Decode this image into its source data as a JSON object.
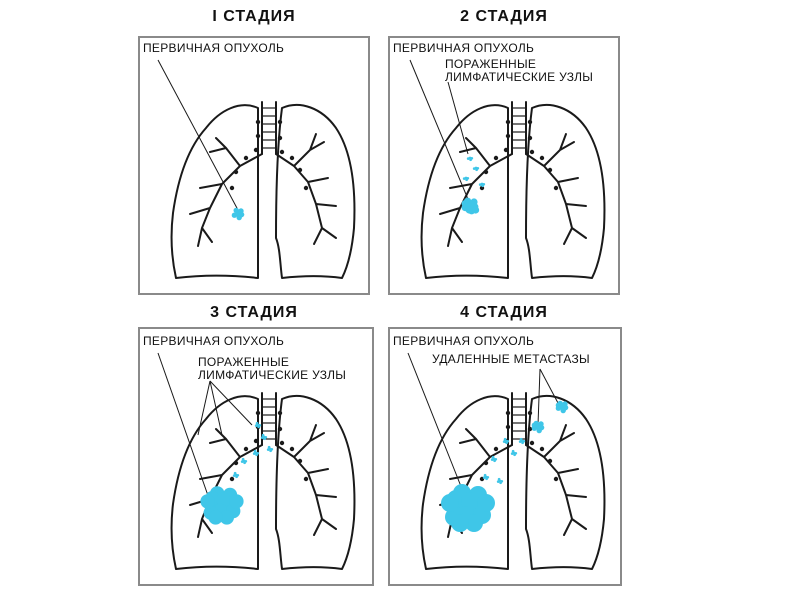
{
  "colors": {
    "tumor": "#3fc6e8",
    "outline": "#1a1a1a",
    "frame": "#8a8a8a"
  },
  "panels": [
    {
      "title": "I СТАДИЯ",
      "primary_tumor": "ПЕРВИЧНАЯ ОПУХОЛЬ"
    },
    {
      "title": "2 СТАДИЯ",
      "primary_tumor": "ПЕРВИЧНАЯ ОПУХОЛЬ",
      "lymph_nodes_line1": "ПОРАЖЕННЫЕ",
      "lymph_nodes_line2": "ЛИМФАТИЧЕСКИЕ УЗЛЫ"
    },
    {
      "title": "3 СТАДИЯ",
      "primary_tumor": "ПЕРВИЧНАЯ ОПУХОЛЬ",
      "lymph_nodes_line1": "ПОРАЖЕННЫЕ",
      "lymph_nodes_line2": "ЛИМФАТИЧЕСКИЕ УЗЛЫ"
    },
    {
      "title": "4 СТАДИЯ",
      "primary_tumor": "ПЕРВИЧНАЯ ОПУХОЛЬ",
      "metastases": "УДАЛЕННЫЕ МЕТАСТАЗЫ"
    }
  ]
}
